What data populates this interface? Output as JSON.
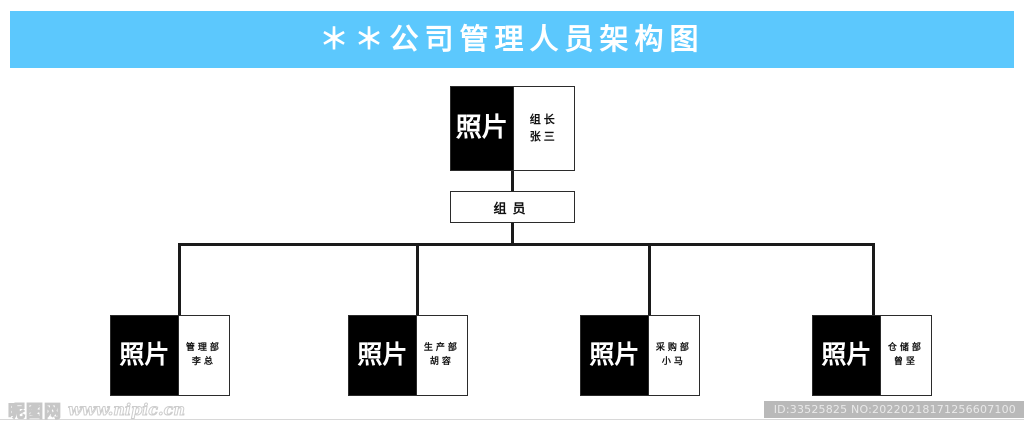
{
  "banner": {
    "title": "＊＊公司管理人员架构图",
    "background_color": "#5cc8fd",
    "text_color": "#ffffff"
  },
  "org_chart": {
    "photo_placeholder": "照片",
    "root": {
      "photo_label": "照片",
      "dept": "组长",
      "person": "张三"
    },
    "middle": {
      "label": "组员"
    },
    "children": [
      {
        "photo_label": "照片",
        "dept": "管理部",
        "person": "李总"
      },
      {
        "photo_label": "照片",
        "dept": "生产部",
        "person": "胡容"
      },
      {
        "photo_label": "照片",
        "dept": "采购部",
        "person": "小马"
      },
      {
        "photo_label": "照片",
        "dept": "仓储部",
        "person": "曾坚"
      }
    ]
  },
  "watermark": {
    "site_name": "昵图网",
    "site_url": "www.nipic.cn",
    "id_text": "ID:33525825 NO:20220218171256607100"
  }
}
